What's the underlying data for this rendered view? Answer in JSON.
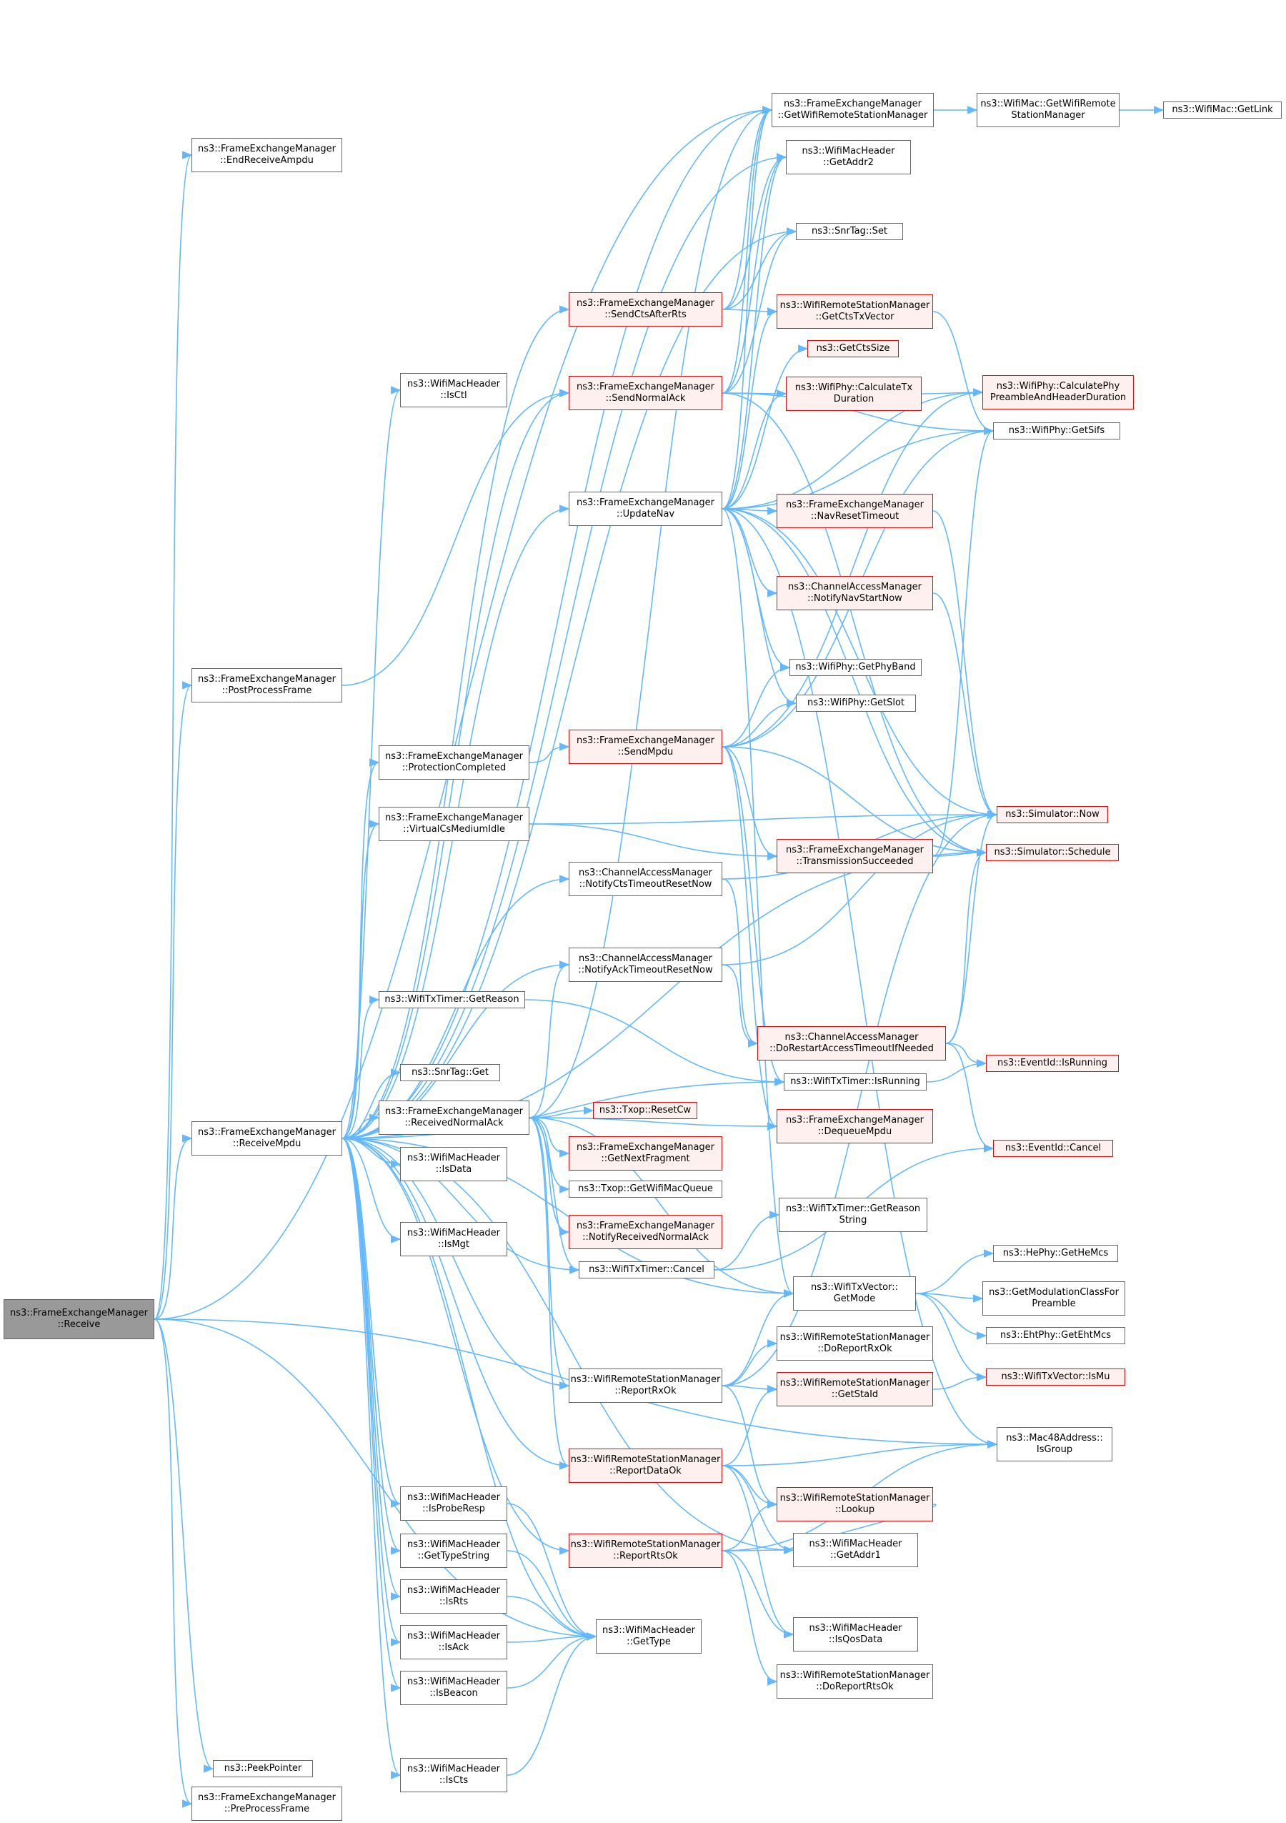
{
  "colors": {
    "edge": "#63b8ff",
    "node_border": "#666666",
    "node_red_border": "#ff0000",
    "node_red_fill": "#fff0f0",
    "root_fill": "#999999"
  },
  "nodes": [
    {
      "id": "root",
      "lines": [
        "ns3::FrameExchangeManager",
        "::Receive"
      ],
      "style": "root"
    },
    {
      "id": "endRecvAmpdu",
      "lines": [
        "ns3::FrameExchangeManager",
        "::EndReceiveAmpdu"
      ],
      "style": "normal"
    },
    {
      "id": "postProcess",
      "lines": [
        "ns3::FrameExchangeManager",
        "::PostProcessFrame"
      ],
      "style": "normal"
    },
    {
      "id": "receiveMpdu",
      "lines": [
        "ns3::FrameExchangeManager",
        "::ReceiveMpdu"
      ],
      "style": "normal"
    },
    {
      "id": "peekPointer",
      "lines": [
        "ns3::PeekPointer"
      ],
      "style": "normal"
    },
    {
      "id": "preProcess",
      "lines": [
        "ns3::FrameExchangeManager",
        "::PreProcessFrame"
      ],
      "style": "normal"
    },
    {
      "id": "isCtl",
      "lines": [
        "ns3::WifiMacHeader",
        "::IsCtl"
      ],
      "style": "normal"
    },
    {
      "id": "protCompleted",
      "lines": [
        "ns3::FrameExchangeManager",
        "::ProtectionCompleted"
      ],
      "style": "normal"
    },
    {
      "id": "virtualCs",
      "lines": [
        "ns3::FrameExchangeManager",
        "::VirtualCsMediumIdle"
      ],
      "style": "normal"
    },
    {
      "id": "txTimerGetReason",
      "lines": [
        "ns3::WifiTxTimer::GetReason"
      ],
      "style": "normal"
    },
    {
      "id": "snrTagGet",
      "lines": [
        "ns3::SnrTag::Get"
      ],
      "style": "normal"
    },
    {
      "id": "receivedNormalAck",
      "lines": [
        "ns3::FrameExchangeManager",
        "::ReceivedNormalAck"
      ],
      "style": "normal"
    },
    {
      "id": "isData",
      "lines": [
        "ns3::WifiMacHeader",
        "::IsData"
      ],
      "style": "normal"
    },
    {
      "id": "isMgt",
      "lines": [
        "ns3::WifiMacHeader",
        "::IsMgt"
      ],
      "style": "normal"
    },
    {
      "id": "isProbeResp",
      "lines": [
        "ns3::WifiMacHeader",
        "::IsProbeResp"
      ],
      "style": "normal"
    },
    {
      "id": "getTypeString",
      "lines": [
        "ns3::WifiMacHeader",
        "::GetTypeString"
      ],
      "style": "normal"
    },
    {
      "id": "isRts",
      "lines": [
        "ns3::WifiMacHeader",
        "::IsRts"
      ],
      "style": "normal"
    },
    {
      "id": "isAck",
      "lines": [
        "ns3::WifiMacHeader",
        "::IsAck"
      ],
      "style": "normal"
    },
    {
      "id": "isBeacon",
      "lines": [
        "ns3::WifiMacHeader",
        "::IsBeacon"
      ],
      "style": "normal"
    },
    {
      "id": "isCts",
      "lines": [
        "ns3::WifiMacHeader",
        "::IsCts"
      ],
      "style": "normal"
    },
    {
      "id": "sendCtsAfterRts",
      "lines": [
        "ns3::FrameExchangeManager",
        "::SendCtsAfterRts"
      ],
      "style": "red"
    },
    {
      "id": "sendNormalAck",
      "lines": [
        "ns3::FrameExchangeManager",
        "::SendNormalAck"
      ],
      "style": "red"
    },
    {
      "id": "updateNav",
      "lines": [
        "ns3::FrameExchangeManager",
        "::UpdateNav"
      ],
      "style": "normal"
    },
    {
      "id": "sendMpdu",
      "lines": [
        "ns3::FrameExchangeManager",
        "::SendMpdu"
      ],
      "style": "red"
    },
    {
      "id": "notifyCtsTimeout",
      "lines": [
        "ns3::ChannelAccessManager",
        "::NotifyCtsTimeoutResetNow"
      ],
      "style": "normal"
    },
    {
      "id": "notifyAckTimeout",
      "lines": [
        "ns3::ChannelAccessManager",
        "::NotifyAckTimeoutResetNow"
      ],
      "style": "normal"
    },
    {
      "id": "txopResetCw",
      "lines": [
        "ns3::Txop::ResetCw"
      ],
      "style": "red"
    },
    {
      "id": "getNextFragment",
      "lines": [
        "ns3::FrameExchangeManager",
        "::GetNextFragment"
      ],
      "style": "red"
    },
    {
      "id": "txopGetWifiMacQueue",
      "lines": [
        "ns3::Txop::GetWifiMacQueue"
      ],
      "style": "normal"
    },
    {
      "id": "notifyReceivedNormalAck",
      "lines": [
        "ns3::FrameExchangeManager",
        "::NotifyReceivedNormalAck"
      ],
      "style": "red"
    },
    {
      "id": "txTimerCancel",
      "lines": [
        "ns3::WifiTxTimer::Cancel"
      ],
      "style": "normal"
    },
    {
      "id": "reportRxOk",
      "lines": [
        "ns3::WifiRemoteStationManager",
        "::ReportRxOk"
      ],
      "style": "normal"
    },
    {
      "id": "reportDataOk",
      "lines": [
        "ns3::WifiRemoteStationManager",
        "::ReportDataOk"
      ],
      "style": "red"
    },
    {
      "id": "reportRtsOk",
      "lines": [
        "ns3::WifiRemoteStationManager",
        "::ReportRtsOk"
      ],
      "style": "red"
    },
    {
      "id": "getType",
      "lines": [
        "ns3::WifiMacHeader",
        "::GetType"
      ],
      "style": "normal"
    },
    {
      "id": "getWifiRSM",
      "lines": [
        "ns3::FrameExchangeManager",
        "::GetWifiRemoteStationManager"
      ],
      "style": "normal"
    },
    {
      "id": "getAddr2",
      "lines": [
        "ns3::WifiMacHeader",
        "::GetAddr2"
      ],
      "style": "normal"
    },
    {
      "id": "snrTagSet",
      "lines": [
        "ns3::SnrTag::Set"
      ],
      "style": "normal"
    },
    {
      "id": "getCtsTxVector",
      "lines": [
        "ns3::WifiRemoteStationManager",
        "::GetCtsTxVector"
      ],
      "style": "red"
    },
    {
      "id": "getCtsSize",
      "lines": [
        "ns3::GetCtsSize"
      ],
      "style": "red"
    },
    {
      "id": "calcTxDuration",
      "lines": [
        "ns3::WifiPhy::CalculateTx",
        "Duration"
      ],
      "style": "red"
    },
    {
      "id": "navResetTimeout",
      "lines": [
        "ns3::FrameExchangeManager",
        "::NavResetTimeout"
      ],
      "style": "red"
    },
    {
      "id": "notifyNavStartNow",
      "lines": [
        "ns3::ChannelAccessManager",
        "::NotifyNavStartNow"
      ],
      "style": "red"
    },
    {
      "id": "getPhyBand",
      "lines": [
        "ns3::WifiPhy::GetPhyBand"
      ],
      "style": "normal"
    },
    {
      "id": "getSlot",
      "lines": [
        "ns3::WifiPhy::GetSlot"
      ],
      "style": "normal"
    },
    {
      "id": "transmissionSucceeded",
      "lines": [
        "ns3::FrameExchangeManager",
        "::TransmissionSucceeded"
      ],
      "style": "red"
    },
    {
      "id": "doRestartAccess",
      "lines": [
        "ns3::ChannelAccessManager",
        "::DoRestartAccessTimeoutIfNeeded"
      ],
      "style": "red"
    },
    {
      "id": "txTimerIsRunning",
      "lines": [
        "ns3::WifiTxTimer::IsRunning"
      ],
      "style": "normal"
    },
    {
      "id": "dequeueMpdu",
      "lines": [
        "ns3::FrameExchangeManager",
        "::DequeueMpdu"
      ],
      "style": "red"
    },
    {
      "id": "txTimerGetReasonString",
      "lines": [
        "ns3::WifiTxTimer::GetReason",
        "String"
      ],
      "style": "normal"
    },
    {
      "id": "txVectorGetMode",
      "lines": [
        "ns3::WifiTxVector::",
        "GetMode"
      ],
      "style": "normal"
    },
    {
      "id": "doReportRxOk",
      "lines": [
        "ns3::WifiRemoteStationManager",
        "::DoReportRxOk"
      ],
      "style": "normal"
    },
    {
      "id": "getStaId",
      "lines": [
        "ns3::WifiRemoteStationManager",
        "::GetStaId"
      ],
      "style": "red"
    },
    {
      "id": "lookup",
      "lines": [
        "ns3::WifiRemoteStationManager",
        "::Lookup"
      ],
      "style": "red"
    },
    {
      "id": "getAddr1",
      "lines": [
        "ns3::WifiMacHeader",
        "::GetAddr1"
      ],
      "style": "normal"
    },
    {
      "id": "isQosData",
      "lines": [
        "ns3::WifiMacHeader",
        "::IsQosData"
      ],
      "style": "normal"
    },
    {
      "id": "doReportRtsOk",
      "lines": [
        "ns3::WifiRemoteStationManager",
        "::DoReportRtsOk"
      ],
      "style": "normal"
    },
    {
      "id": "macGetWifiRSM",
      "lines": [
        "ns3::WifiMac::GetWifiRemote",
        "StationManager"
      ],
      "style": "normal"
    },
    {
      "id": "calcPhyPreamble",
      "lines": [
        "ns3::WifiPhy::CalculatePhy",
        "PreambleAndHeaderDuration"
      ],
      "style": "red"
    },
    {
      "id": "getSifs",
      "lines": [
        "ns3::WifiPhy::GetSifs"
      ],
      "style": "normal"
    },
    {
      "id": "simNow",
      "lines": [
        "ns3::Simulator::Now"
      ],
      "style": "red"
    },
    {
      "id": "simSchedule",
      "lines": [
        "ns3::Simulator::Schedule"
      ],
      "style": "red"
    },
    {
      "id": "eventIsRunning",
      "lines": [
        "ns3::EventId::IsRunning"
      ],
      "style": "red"
    },
    {
      "id": "eventCancel",
      "lines": [
        "ns3::EventId::Cancel"
      ],
      "style": "red"
    },
    {
      "id": "heGetHeMcs",
      "lines": [
        "ns3::HePhy::GetHeMcs"
      ],
      "style": "normal"
    },
    {
      "id": "getModClass",
      "lines": [
        "ns3::GetModulationClassFor",
        "Preamble"
      ],
      "style": "normal"
    },
    {
      "id": "ehtGetEhtMcs",
      "lines": [
        "ns3::EhtPhy::GetEhtMcs"
      ],
      "style": "normal"
    },
    {
      "id": "txVectorIsMu",
      "lines": [
        "ns3::WifiTxVector::IsMu"
      ],
      "style": "red"
    },
    {
      "id": "isGroup",
      "lines": [
        "ns3::Mac48Address::",
        "IsGroup"
      ],
      "style": "normal"
    },
    {
      "id": "getLink",
      "lines": [
        "ns3::WifiMac::GetLink"
      ],
      "style": "normal"
    }
  ],
  "edges": [
    [
      "root",
      "endRecvAmpdu"
    ],
    [
      "root",
      "postProcess"
    ],
    [
      "root",
      "receiveMpdu"
    ],
    [
      "root",
      "peekPointer"
    ],
    [
      "root",
      "preProcess"
    ],
    [
      "root",
      "getWifiRSM"
    ],
    [
      "root",
      "isGroup"
    ],
    [
      "root",
      "getType"
    ],
    [
      "postProcess",
      "sendNormalAck"
    ],
    [
      "receiveMpdu",
      "isCtl"
    ],
    [
      "receiveMpdu",
      "protCompleted"
    ],
    [
      "receiveMpdu",
      "virtualCs"
    ],
    [
      "receiveMpdu",
      "txTimerGetReason"
    ],
    [
      "receiveMpdu",
      "snrTagGet"
    ],
    [
      "receiveMpdu",
      "receivedNormalAck"
    ],
    [
      "receiveMpdu",
      "isData"
    ],
    [
      "receiveMpdu",
      "isMgt"
    ],
    [
      "receiveMpdu",
      "isProbeResp"
    ],
    [
      "receiveMpdu",
      "getTypeString"
    ],
    [
      "receiveMpdu",
      "isRts"
    ],
    [
      "receiveMpdu",
      "isAck"
    ],
    [
      "receiveMpdu",
      "isBeacon"
    ],
    [
      "receiveMpdu",
      "isCts"
    ],
    [
      "receiveMpdu",
      "sendCtsAfterRts"
    ],
    [
      "receiveMpdu",
      "sendNormalAck"
    ],
    [
      "receiveMpdu",
      "updateNav"
    ],
    [
      "receiveMpdu",
      "notifyCtsTimeout"
    ],
    [
      "receiveMpdu",
      "notifyAckTimeout"
    ],
    [
      "receiveMpdu",
      "txTimerCancel"
    ],
    [
      "receiveMpdu",
      "reportRxOk"
    ],
    [
      "receiveMpdu",
      "reportDataOk"
    ],
    [
      "receiveMpdu",
      "reportRtsOk"
    ],
    [
      "receiveMpdu",
      "getType"
    ],
    [
      "receiveMpdu",
      "getWifiRSM"
    ],
    [
      "receiveMpdu",
      "getAddr2"
    ],
    [
      "receiveMpdu",
      "snrTagSet"
    ],
    [
      "receiveMpdu",
      "getAddr1"
    ],
    [
      "receiveMpdu",
      "txVectorGetMode"
    ],
    [
      "receiveMpdu",
      "txTimerIsRunning"
    ],
    [
      "receiveMpdu",
      "simSchedule"
    ],
    [
      "protCompleted",
      "sendMpdu"
    ],
    [
      "virtualCs",
      "simNow"
    ],
    [
      "virtualCs",
      "transmissionSucceeded"
    ],
    [
      "txTimerGetReason",
      "txTimerIsRunning"
    ],
    [
      "receivedNormalAck",
      "txopResetCw"
    ],
    [
      "receivedNormalAck",
      "getNextFragment"
    ],
    [
      "receivedNormalAck",
      "txopGetWifiMacQueue"
    ],
    [
      "receivedNormalAck",
      "notifyReceivedNormalAck"
    ],
    [
      "receivedNormalAck",
      "txTimerCancel"
    ],
    [
      "receivedNormalAck",
      "reportDataOk"
    ],
    [
      "receivedNormalAck",
      "notifyAckTimeout"
    ],
    [
      "receivedNormalAck",
      "getWifiRSM"
    ],
    [
      "receivedNormalAck",
      "txVectorGetMode"
    ],
    [
      "receivedNormalAck",
      "dequeueMpdu"
    ],
    [
      "receivedNormalAck",
      "reportRxOk"
    ],
    [
      "isProbeResp",
      "getType"
    ],
    [
      "getTypeString",
      "getType"
    ],
    [
      "isRts",
      "getType"
    ],
    [
      "isAck",
      "getType"
    ],
    [
      "isBeacon",
      "getType"
    ],
    [
      "isCts",
      "getType"
    ],
    [
      "sendCtsAfterRts",
      "getWifiRSM"
    ],
    [
      "sendCtsAfterRts",
      "getCtsTxVector"
    ],
    [
      "sendCtsAfterRts",
      "snrTagSet"
    ],
    [
      "sendCtsAfterRts",
      "getAddr2"
    ],
    [
      "sendNormalAck",
      "getWifiRSM"
    ],
    [
      "sendNormalAck",
      "calcTxDuration"
    ],
    [
      "sendNormalAck",
      "getAddr2"
    ],
    [
      "sendNormalAck",
      "snrTagSet"
    ],
    [
      "sendNormalAck",
      "getSifs"
    ],
    [
      "sendNormalAck",
      "simSchedule"
    ],
    [
      "updateNav",
      "getCtsSize"
    ],
    [
      "updateNav",
      "calcTxDuration"
    ],
    [
      "updateNav",
      "navResetTimeout"
    ],
    [
      "updateNav",
      "notifyNavStartNow"
    ],
    [
      "updateNav",
      "getPhyBand"
    ],
    [
      "updateNav",
      "getSlot"
    ],
    [
      "updateNav",
      "getSifs"
    ],
    [
      "updateNav",
      "simNow"
    ],
    [
      "updateNav",
      "getCtsTxVector"
    ],
    [
      "updateNav",
      "calcPhyPreamble"
    ],
    [
      "updateNav",
      "getWifiRSM"
    ],
    [
      "updateNav",
      "getAddr2"
    ],
    [
      "updateNav",
      "txVectorGetMode"
    ],
    [
      "updateNav",
      "isGroup"
    ],
    [
      "updateNav",
      "simSchedule"
    ],
    [
      "sendMpdu",
      "getPhyBand"
    ],
    [
      "sendMpdu",
      "getSlot"
    ],
    [
      "sendMpdu",
      "getSifs"
    ],
    [
      "sendMpdu",
      "transmissionSucceeded"
    ],
    [
      "sendMpdu",
      "simSchedule"
    ],
    [
      "sendMpdu",
      "dequeueMpdu"
    ],
    [
      "sendMpdu",
      "txTimerIsRunning"
    ],
    [
      "sendMpdu",
      "calcPhyPreamble"
    ],
    [
      "notifyCtsTimeout",
      "doRestartAccess"
    ],
    [
      "notifyCtsTimeout",
      "simNow"
    ],
    [
      "notifyAckTimeout",
      "doRestartAccess"
    ],
    [
      "notifyAckTimeout",
      "simNow"
    ],
    [
      "txTimerCancel",
      "txTimerGetReasonString"
    ],
    [
      "txTimerCancel",
      "eventCancel"
    ],
    [
      "reportRxOk",
      "doReportRxOk"
    ],
    [
      "reportRxOk",
      "getStaId"
    ],
    [
      "reportRxOk",
      "lookup"
    ],
    [
      "reportRxOk",
      "txVectorGetMode"
    ],
    [
      "reportRxOk",
      "simNow"
    ],
    [
      "reportDataOk",
      "getStaId"
    ],
    [
      "reportDataOk",
      "lookup"
    ],
    [
      "reportDataOk",
      "isGroup"
    ],
    [
      "reportDataOk",
      "getAddr1"
    ],
    [
      "reportDataOk",
      "isQosData"
    ],
    [
      "reportRtsOk",
      "lookup"
    ],
    [
      "reportRtsOk",
      "getAddr1"
    ],
    [
      "reportRtsOk",
      "isQosData"
    ],
    [
      "reportRtsOk",
      "doReportRtsOk"
    ],
    [
      "reportRtsOk",
      "isGroup"
    ],
    [
      "getWifiRSM",
      "macGetWifiRSM"
    ],
    [
      "macGetWifiRSM",
      "getLink"
    ],
    [
      "getCtsTxVector",
      "getSifs"
    ],
    [
      "calcTxDuration",
      "calcPhyPreamble"
    ],
    [
      "navResetTimeout",
      "simNow"
    ],
    [
      "notifyNavStartNow",
      "simNow"
    ],
    [
      "transmissionSucceeded",
      "simSchedule"
    ],
    [
      "transmissionSucceeded",
      "getSifs"
    ],
    [
      "doRestartAccess",
      "simNow"
    ],
    [
      "doRestartAccess",
      "simSchedule"
    ],
    [
      "doRestartAccess",
      "eventIsRunning"
    ],
    [
      "doRestartAccess",
      "eventCancel"
    ],
    [
      "txTimerIsRunning",
      "eventIsRunning"
    ],
    [
      "txVectorGetMode",
      "heGetHeMcs"
    ],
    [
      "txVectorGetMode",
      "getModClass"
    ],
    [
      "txVectorGetMode",
      "ehtGetEhtMcs"
    ],
    [
      "txVectorGetMode",
      "txVectorIsMu"
    ],
    [
      "getStaId",
      "txVectorIsMu"
    ],
    [
      "lookup",
      "getAddr1"
    ]
  ]
}
